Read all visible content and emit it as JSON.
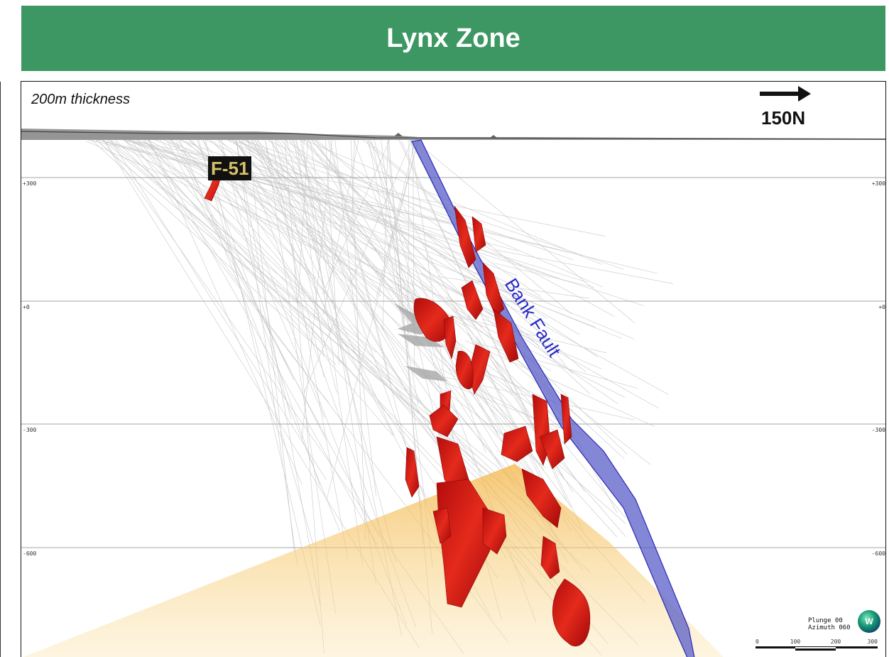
{
  "banner": {
    "title": "Lynx Zone"
  },
  "section": {
    "thickness_note": "200m thickness",
    "direction_label": "150N",
    "elevation_ticks": [
      {
        "label": "+300",
        "value": 300
      },
      {
        "label": "+0",
        "value": 0
      },
      {
        "label": "-300",
        "value": -300
      },
      {
        "label": "-600",
        "value": -600
      }
    ],
    "fault_label": "Bank Fault",
    "zone_label": "F-51",
    "view": {
      "plunge": "Plunge 00",
      "azimuth": "Azimuth 060"
    },
    "scale_labels": [
      "0",
      "100",
      "200",
      "300"
    ],
    "logo_text": "W",
    "colors": {
      "banner": "#3d9763",
      "fault": "#5b5fc7",
      "mineralization": "#e0201a",
      "projection_plane": "#f5c542",
      "drillholes": "#9a9a9a"
    }
  }
}
